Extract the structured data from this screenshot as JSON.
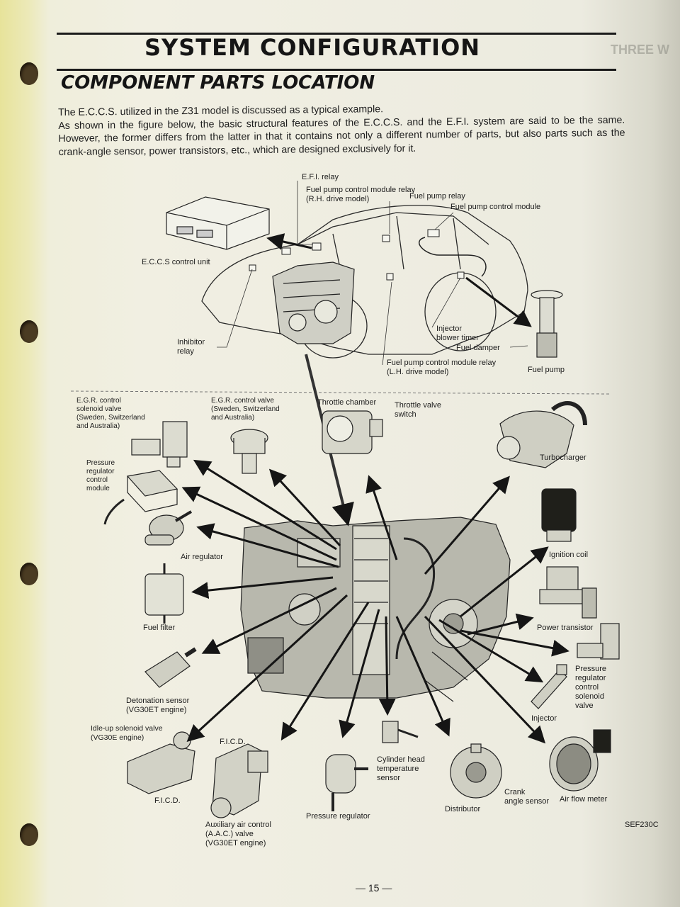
{
  "header": {
    "title": "SYSTEM CONFIGURATION",
    "subtitle": "COMPONENT PARTS LOCATION"
  },
  "intro": [
    "The E.C.C.S. utilized in the Z31 model is discussed as a typical example.",
    "As shown in the figure below, the basic structural features of the E.C.C.S. and the E.F.I. system are said to be the same. However, the former differs from the latter in that it contains not only a different number of parts, but also parts such as the crank-angle sensor, power transistors, etc., which are designed exclusively for it."
  ],
  "bleed_through": {
    "title": "THREE W"
  },
  "car_labels": {
    "efi_relay": "E.F.I. relay",
    "fpcm_relay_rh": "Fuel pump control module relay\n(R.H. drive model)",
    "fuel_pump_relay": "Fuel pump relay",
    "fuel_pump_control_module": "Fuel pump control module",
    "eccs_control_unit": "E.C.C.S control unit",
    "inhibitor_relay": "Inhibitor\nrelay",
    "injector_blower_timer": "Injector\nblower timer",
    "fuel_damper": "Fuel damper",
    "fuel_pump": "Fuel pump",
    "fpcm_relay_lh": "Fuel pump control module relay\n(L.H. drive model)"
  },
  "engine_labels": {
    "egr_solenoid": "E.G.R. control\nsolenoid valve\n(Sweden, Switzerland\nand Australia)",
    "egr_valve": "E.G.R. control valve\n(Sweden, Switzerland\nand Australia)",
    "throttle_chamber": "Throttle chamber",
    "throttle_switch": "Throttle valve\nswitch",
    "turbocharger": "Turbocharger",
    "prcm": "Pressure\nregulator\ncontrol\nmodule",
    "air_regulator": "Air regulator",
    "ignition_coil": "Ignition coil",
    "fuel_filter": "Fuel filter",
    "power_transistor": "Power transistor",
    "pr_solenoid": "Pressure\nregulator\ncontrol\nsolenoid\nvalve",
    "detonation_sensor": "Detonation sensor\n(VG30ET engine)",
    "injector": "Injector",
    "idle_up": "Idle-up solenoid valve\n(VG30E engine)",
    "ficd_top": "F.I.C.D.",
    "ficd_bottom": "F.I.C.D.",
    "cyl_head_sensor": "Cylinder head\ntemperature\nsensor",
    "crank_angle_sensor": "Crank\nangle sensor",
    "air_flow_meter": "Air flow meter",
    "distributor": "Distributor",
    "pressure_regulator": "Pressure regulator",
    "aac_valve": "Auxiliary air control\n(A.A.C.) valve\n(VG30ET engine)"
  },
  "figure_ref": "SEF230C",
  "page_number": "— 15 —"
}
